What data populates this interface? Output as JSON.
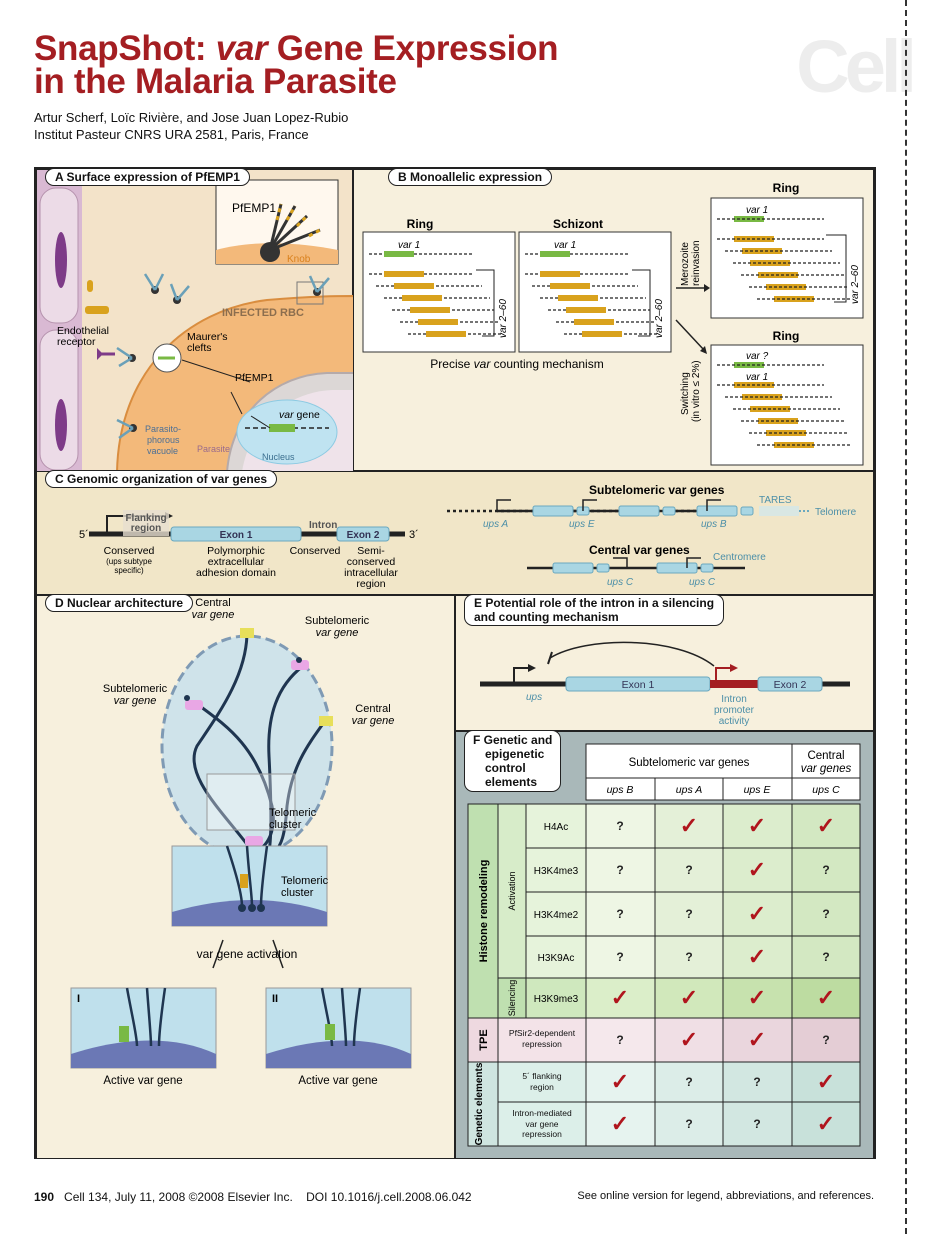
{
  "header": {
    "title_prefix": "SnapShot: ",
    "title_italic": "var",
    "title_line1_rest": " Gene Expression",
    "title_line2": "in the Malaria Parasite",
    "authors": "Artur Scherf, Loïc Rivière, and Jose Juan Lopez-Rubio",
    "affiliation": "Institut Pasteur CNRS URA 2581, Paris, France",
    "logo": "Cell"
  },
  "panels": {
    "a": {
      "label": "A  Surface expression of PfEMP1",
      "pfemp1_inset": "PfEMP1",
      "knob": "Knob",
      "infected_rbc": "INFECTED RBC",
      "endothelial": "Endothelial",
      "receptor": "receptor",
      "maurers": "Maurer's",
      "clefts": "clefts",
      "pfemp1": "PfEMP1",
      "var_gene_italic": "var",
      "var_gene_rest": " gene",
      "parasitophorous": "Parasito-",
      "phorous": "phorous",
      "vacuole": "vacuole",
      "parasite": "Parasite",
      "nucleus": "Nucleus"
    },
    "b": {
      "label": "B  Monoallelic expression",
      "ring": "Ring",
      "schizont": "Schizont",
      "var1": "var 1",
      "var_range": "var 2–60",
      "var_unknown": "var ?",
      "counting_italic": "var",
      "counting_prefix": "Precise ",
      "counting_suffix": " counting mechanism",
      "merozoite": "Merozoite",
      "reinvasion": "reinvasion",
      "switching": "Switching",
      "switching_rate": "(in vitro ≤ 2%)"
    },
    "c": {
      "label": "C  Genomic organization of var genes",
      "flanking": "Flanking",
      "region": "region",
      "five_prime": "5´",
      "three_prime": "3´",
      "exon1": "Exon 1",
      "intron": "Intron",
      "exon2": "Exon 2",
      "conserved": "Conserved",
      "ups_subtype": "(ups subtype",
      "specific": "specific)",
      "polymorphic": "Polymorphic",
      "extracellular": "extracellular",
      "adhesion": "adhesion domain",
      "intron_conserved": "Conserved",
      "semi": "Semi-",
      "semi_conserved": "conserved",
      "intracellular": "intracellular",
      "semi_region": "region",
      "subtelomeric": "Subtelomeric var genes",
      "tares": "TARES",
      "telomere": "Telomere",
      "upsA": "ups A",
      "upsE": "ups E",
      "upsB": "ups B",
      "central": "Central var genes",
      "centromere": "Centromere",
      "upsC": "ups C"
    },
    "d": {
      "label": "D  Nuclear architecture",
      "central": "Central",
      "var_gene": "var gene",
      "subtelomeric": "Subtelomeric",
      "telomeric": "Telomeric",
      "cluster": "cluster",
      "activation": "var gene activation",
      "roman1": "I",
      "roman2": "II",
      "active": "Active var gene"
    },
    "e": {
      "label_line1": "E  Potential role of the intron in a silencing",
      "label_line2": "and counting mechanism",
      "ups": "ups",
      "exon1": "Exon 1",
      "exon2": "Exon 2",
      "intron": "Intron",
      "promoter": "promoter",
      "activity": "activity"
    },
    "f": {
      "label_line1": "F  Genetic and",
      "label_line2": "epigenetic",
      "label_line3": "control",
      "label_line4": "elements",
      "subtelomeric_head": "Subtelomeric var genes",
      "central_head1": "Central",
      "central_head2": "var genes",
      "columns": [
        "ups B",
        "ups A",
        "ups E",
        "ups C"
      ],
      "group_histone": "Histone remodeling",
      "group_activation": "Activation",
      "group_silencing": "Silencing",
      "group_tpe": "TPE",
      "group_genetic": "Genetic elements",
      "rows": [
        {
          "label": "H4Ac",
          "cells": [
            "?",
            "✓",
            "✓",
            "✓"
          ]
        },
        {
          "label": "H3K4me3",
          "cells": [
            "?",
            "?",
            "✓",
            "?"
          ]
        },
        {
          "label": "H3K4me2",
          "cells": [
            "?",
            "?",
            "✓",
            "?"
          ]
        },
        {
          "label": "H3K9Ac",
          "cells": [
            "?",
            "?",
            "✓",
            "?"
          ]
        },
        {
          "label": "H3K9me3",
          "cells": [
            "✓",
            "✓",
            "✓",
            "✓"
          ]
        },
        {
          "label": "PfSir2-dependent repression",
          "cells": [
            "?",
            "✓",
            "✓",
            "?"
          ]
        },
        {
          "label": "5´ flanking region",
          "cells": [
            "✓",
            "?",
            "?",
            "✓"
          ]
        },
        {
          "label": "Intron-mediated var gene repression",
          "cells": [
            "✓",
            "?",
            "?",
            "✓"
          ]
        }
      ]
    }
  },
  "footer": {
    "page": "190",
    "citation": "Cell 134, July 11, 2008 ©2008 Elsevier Inc.",
    "doi": "DOI 10.1016/j.cell.2008.06.042",
    "note": "See online version for legend, abbreviations, and references."
  },
  "colors": {
    "title": "#a41e22",
    "check": "#b0151d",
    "panel_bg": "#f7f0dd",
    "table_bg": "#a9b8b9",
    "exon": "#a9d6e3",
    "gene_yellow": "#d9a21d",
    "gene_green": "#79b944"
  }
}
